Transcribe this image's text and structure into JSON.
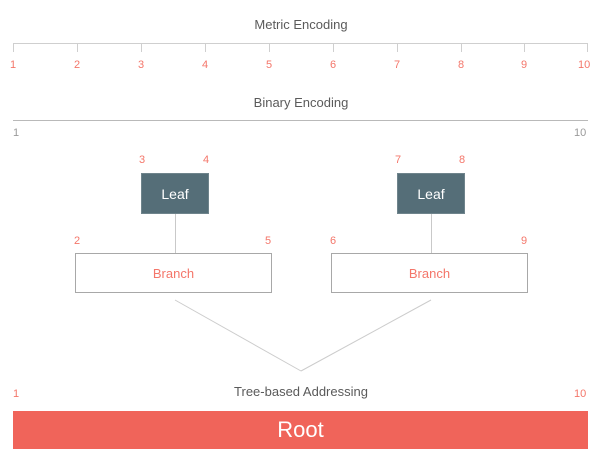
{
  "sections": {
    "metric": {
      "title": "Metric Encoding",
      "ticks": [
        "1",
        "2",
        "3",
        "4",
        "5",
        "6",
        "7",
        "8",
        "9",
        "10"
      ]
    },
    "binary": {
      "title": "Binary Encoding",
      "start": "1",
      "end": "10"
    },
    "tree": {
      "title": "Tree-based Addressing",
      "start": "1",
      "end": "10"
    }
  },
  "nodes": {
    "leaf_left": {
      "label": "Leaf",
      "start": "3",
      "end": "4"
    },
    "leaf_right": {
      "label": "Leaf",
      "start": "7",
      "end": "8"
    },
    "branch_left": {
      "label": "Branch",
      "start": "2",
      "end": "5"
    },
    "branch_right": {
      "label": "Branch",
      "start": "6",
      "end": "9"
    },
    "root": {
      "label": "Root"
    }
  },
  "colors": {
    "accent_red": "#f4766a",
    "root_red": "#f0645a",
    "leaf_slate": "#556e78",
    "title_gray": "#5a5a5a",
    "rule_gray": "#cfcfcf"
  }
}
